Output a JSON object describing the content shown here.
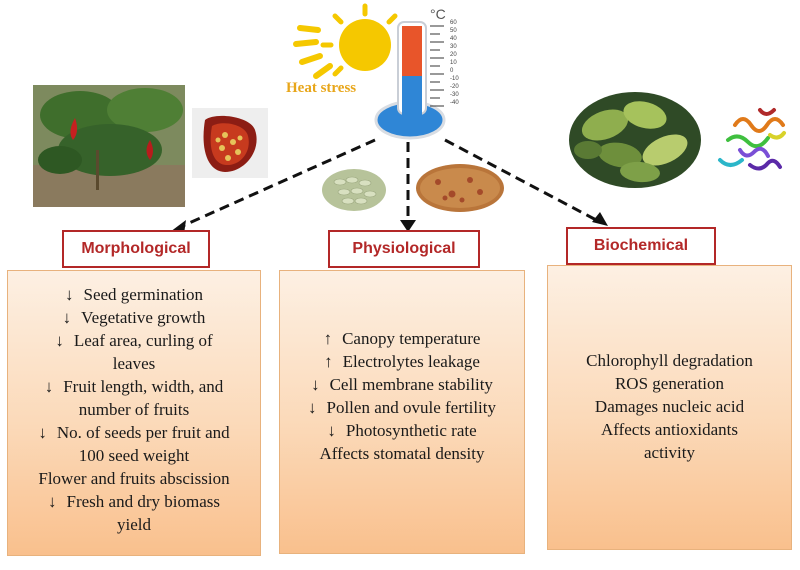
{
  "header": {
    "stress_label": "Heat stress",
    "unit_label": "°C",
    "scale_ticks": [
      "60",
      "50",
      "40",
      "30",
      "20",
      "10",
      "0",
      "-10",
      "-20",
      "-30",
      "-40"
    ]
  },
  "categories": {
    "morphological": "Morphological",
    "physiological": "Physiological",
    "biochemical": "Biochemical"
  },
  "morphological_effects": [
    {
      "arrow": "↓",
      "text": "Seed germination"
    },
    {
      "arrow": "↓",
      "text": "Vegetative growth"
    },
    {
      "arrow": "↓",
      "text": "Leaf area, curling of"
    },
    {
      "arrow": "",
      "text": "leaves"
    },
    {
      "arrow": "↓",
      "text": "Fruit length, width, and"
    },
    {
      "arrow": "",
      "text": "number of fruits"
    },
    {
      "arrow": "↓",
      "text": "No. of seeds per fruit and"
    },
    {
      "arrow": "",
      "text": "100 seed weight"
    },
    {
      "arrow": "",
      "text": "Flower and fruits abscission"
    },
    {
      "arrow": "↓",
      "text": "Fresh and dry biomass"
    },
    {
      "arrow": "",
      "text": "yield"
    }
  ],
  "physiological_effects": [
    {
      "arrow": "↑",
      "text": "Canopy temperature"
    },
    {
      "arrow": "↑",
      "text": "Electrolytes leakage"
    },
    {
      "arrow": "↓",
      "text": "Cell membrane stability"
    },
    {
      "arrow": "↓",
      "text": "Pollen and ovule fertility"
    },
    {
      "arrow": "↓",
      "text": "Photosynthetic rate"
    },
    {
      "arrow": "",
      "text": "Affects stomatal density"
    }
  ],
  "biochemical_effects": [
    {
      "arrow": "",
      "text": "Chlorophyll degradation"
    },
    {
      "arrow": "",
      "text": "ROS generation"
    },
    {
      "arrow": "",
      "text": "Damages nucleic acid"
    },
    {
      "arrow": "",
      "text": "Affects antioxidants"
    },
    {
      "arrow": "",
      "text": "activity"
    }
  ],
  "colors": {
    "label_border": "#b32828",
    "panel_top": "#fdf0e3",
    "panel_bottom": "#f9c08d",
    "sun": "#f5c800",
    "mercury_hot": "#e8552a",
    "mercury_cold": "#2f86d6"
  }
}
